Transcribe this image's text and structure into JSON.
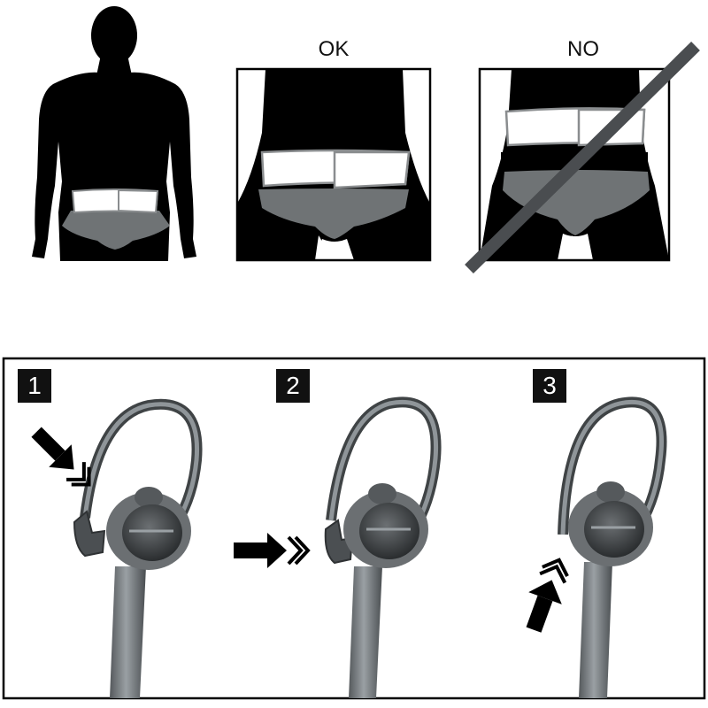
{
  "placement": {
    "ok_label": "OK",
    "no_label": "NO"
  },
  "steps": [
    {
      "number": "1"
    },
    {
      "number": "2"
    },
    {
      "number": "3"
    }
  ],
  "colors": {
    "silhouette": "#000000",
    "brief": "#6f7375",
    "belt": "#ffffff",
    "belt_outline": "#8a8d8f",
    "strike": "#4a4d50",
    "clip_metal": "#5d6063",
    "clip_dark": "#2f3234"
  }
}
